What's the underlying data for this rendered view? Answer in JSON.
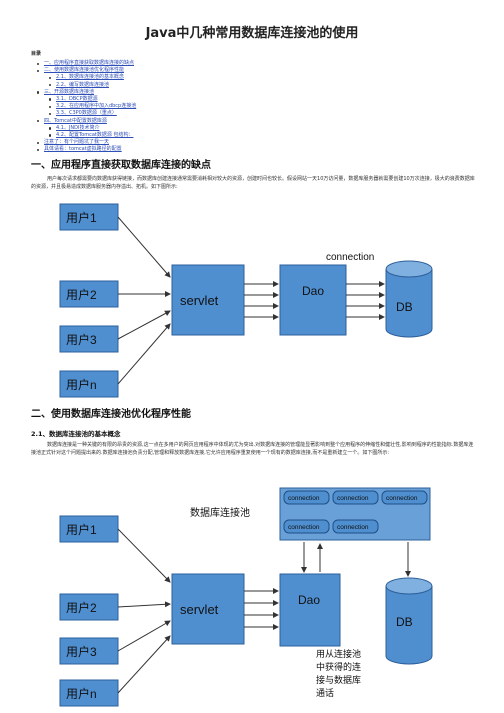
{
  "page_title": "Java中几种常用数据库连接池的使用",
  "toc": {
    "label": "目录",
    "items": [
      {
        "label": "一、应用程序直接获取数据库连接的缺点"
      },
      {
        "label": "二、使用数据库连接池优化程序性能"
      },
      {
        "label": "2.1、数据库连接池的基本概念"
      },
      {
        "label": "2.2、编写数据库连接池"
      },
      {
        "label": "三、开源数据库连接池"
      },
      {
        "label": "3.1、DBCP数据源"
      },
      {
        "label": "3.2、在应用程序中加入dbcp连接池"
      },
      {
        "label": "3.3、C3P0数据源（重点）"
      },
      {
        "label": "四、Tomcat中配置数据库源"
      },
      {
        "label": "4.1、JNDI技术简介"
      },
      {
        "label": "4.2、配置Tomcat数据源 包结构："
      },
      {
        "label": "注意了：有个问题坑了我一天"
      },
      {
        "label": "具体请看：tomcat虚拟路径的配置"
      }
    ]
  },
  "section1": {
    "heading": "一、应用程序直接获取数据库连接的缺点",
    "paragraph": "用户每次请求都需要向数据库获得链接，而数据库创建连接通常需要消耗相对较大的资源，创建时间也较长。假设网站一天10万访问量，数据库服务器就需要创建10万次连接，极大的浪费数据库的资源，并且极易造成数据库服务器内存溢出、拓机。如下图所示:"
  },
  "diagram1": {
    "users": [
      "用户1",
      "用户2",
      "用户3",
      "用户n"
    ],
    "servlet": "servlet",
    "dao": "Dao",
    "db": "DB",
    "connection_label": "connection"
  },
  "section2": {
    "heading": "二、使用数据库连接池优化程序性能",
    "subheading": "2.1、数据库连接池的基本概念",
    "paragraph": "数据库连接是一种关键的有限的昂贵的资源,这一点在多用户的网页应用程序中体现的尤为突出.对数据库连接的管理能显著影响到整个应用程序的伸缩性和健壮性,影响到程序的性能指标.数据库连接池正式针对这个问题提出来的.数据库连接池负责分配,管理和释放数据库连接,它允许应用程序重复使用一个现有的数据库连接,而不是重新建立一个。如下图所示:"
  },
  "diagram2": {
    "users": [
      "用户1",
      "用户2",
      "用户3",
      "用户n"
    ],
    "servlet": "servlet",
    "dao": "Dao",
    "db": "DB",
    "pool_label": "数据库连接池",
    "pool_connections": [
      "connection",
      "connection",
      "connection",
      "connection",
      "connection"
    ],
    "note_lines": [
      "用从连接池",
      "中获得的连",
      "接与数据库",
      "通话"
    ]
  }
}
